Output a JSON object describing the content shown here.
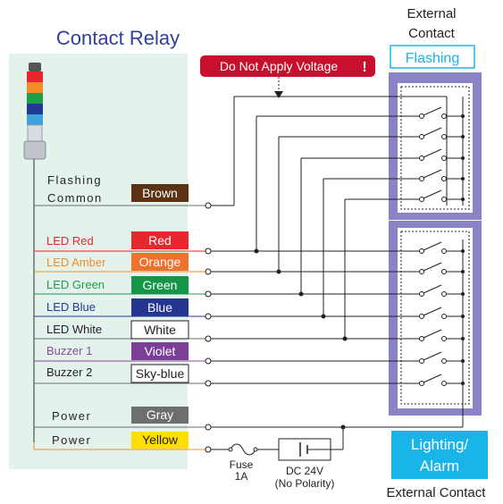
{
  "title": "Contact Relay",
  "external_contact_top": [
    "External",
    "Contact"
  ],
  "flashing_label": "Flashing",
  "warning": "Do Not Apply Voltage",
  "warning_mark": "!",
  "lighting_label": [
    "Lighting/",
    "Alarm"
  ],
  "external_contact_bottom": "External Contact",
  "fuse": [
    "Fuse",
    "1A"
  ],
  "dc": [
    "DC 24V",
    "(No Polarity)"
  ],
  "flashing_common": [
    "Flashing",
    "Common"
  ],
  "wires": [
    {
      "label": "LED Red",
      "wire": "Red",
      "label_color": "#e8262d",
      "wire_bg": "#e8262d",
      "wire_fg": "#ffffff"
    },
    {
      "label": "LED Amber",
      "wire": "Orange",
      "label_color": "#f28c28",
      "wire_bg": "#f0712b",
      "wire_fg": "#ffffff"
    },
    {
      "label": "LED Green",
      "wire": "Green",
      "label_color": "#1d9e4a",
      "wire_bg": "#15954a",
      "wire_fg": "#ffffff"
    },
    {
      "label": "LED Blue",
      "wire": "Blue",
      "label_color": "#253896",
      "wire_bg": "#243590",
      "wire_fg": "#ffffff"
    },
    {
      "label": "LED White",
      "wire": "White",
      "label_color": "#231f20",
      "wire_bg": "#ffffff",
      "wire_fg": "#231f20"
    },
    {
      "label": "Buzzer 1",
      "wire": "Violet",
      "label_color": "#8a4ba0",
      "wire_bg": "#7c3f98",
      "wire_fg": "#ffffff"
    },
    {
      "label": "Buzzer 2",
      "wire": "Sky-blue",
      "label_color": "#231f20",
      "wire_bg": "#ffffff",
      "wire_fg": "#231f20"
    }
  ],
  "brown_wire": {
    "wire": "Brown",
    "wire_bg": "#5c3312",
    "wire_fg": "#ffffff"
  },
  "power_rows": [
    {
      "label": "Power",
      "wire": "Gray",
      "wire_bg": "#6d6e70",
      "wire_fg": "#ffffff"
    },
    {
      "label": "Power",
      "wire": "Yellow",
      "wire_bg": "#ffde00",
      "wire_fg": "#231f20"
    }
  ],
  "colors": {
    "panel": "#e3f3ec",
    "accent": "#2f3f9a",
    "purple_frame": "#8a84c6",
    "warning_bg": "#c8102e",
    "cyan": "#1ab5e8"
  }
}
